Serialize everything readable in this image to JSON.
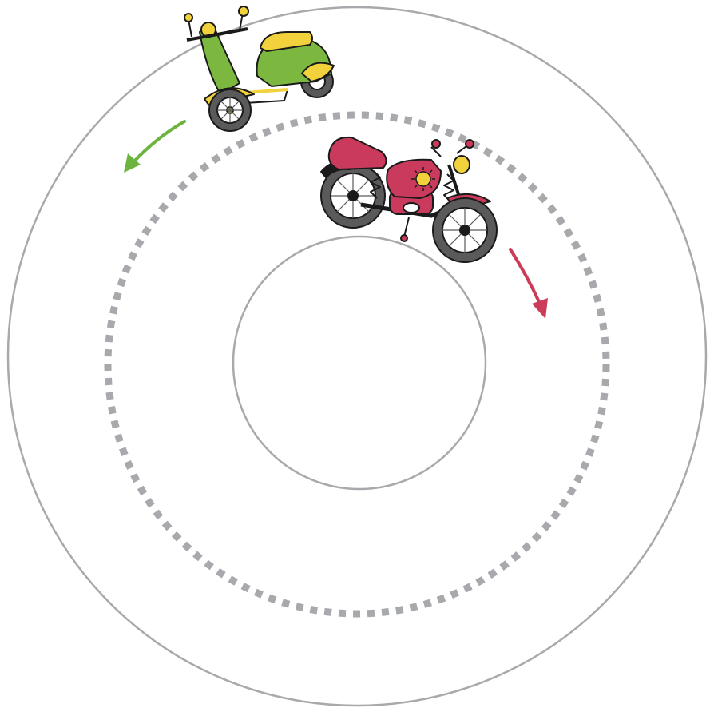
{
  "diagram": {
    "track": {
      "outer_edge": "outer-track-boundary",
      "inner_edge": "inner-track-boundary",
      "center_lane": "dashed-center-lane"
    },
    "vehicles": [
      {
        "id": "scooter",
        "icon": "scooter-icon",
        "body_color": "#7cb83f",
        "accent_color": "#f2d23c",
        "direction": "counterclockwise",
        "arrow_color": "#6db33f"
      },
      {
        "id": "motorcycle",
        "icon": "motorcycle-icon",
        "body_color": "#c93a5c",
        "accent_color": "#f2d23c",
        "direction": "clockwise",
        "arrow_color": "#cc3b57"
      }
    ],
    "colors": {
      "track_line": "#a7a9ac",
      "lane_dash": "#a7a9ac",
      "tire": "#5a5a5a",
      "outline": "#1a1a1a"
    }
  }
}
